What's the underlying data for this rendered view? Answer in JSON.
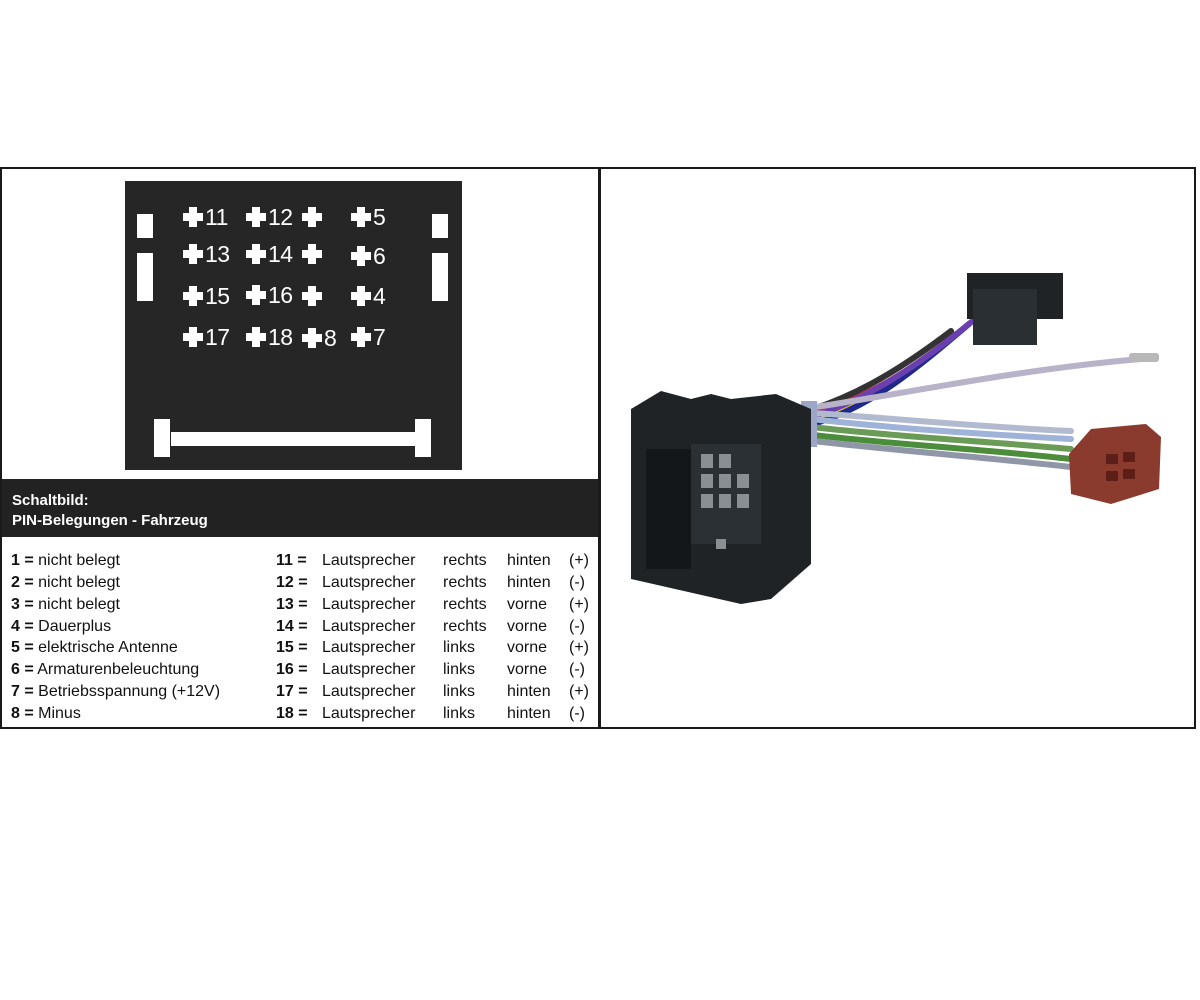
{
  "pin_diagram": {
    "pins": [
      {
        "label": "11"
      },
      {
        "label": "12"
      },
      {
        "label": ""
      },
      {
        "label": "5"
      },
      {
        "label": "13"
      },
      {
        "label": "14"
      },
      {
        "label": ""
      },
      {
        "label": "6"
      },
      {
        "label": "15"
      },
      {
        "label": "16"
      },
      {
        "label": ""
      },
      {
        "label": "4"
      },
      {
        "label": "17"
      },
      {
        "label": "18"
      },
      {
        "label": "8"
      },
      {
        "label": "7"
      }
    ]
  },
  "header": {
    "line1": "Schaltbild:",
    "line2": "PIN-Belegungen - Fahrzeug"
  },
  "left_list": [
    {
      "num": "1 =",
      "text": "nicht belegt"
    },
    {
      "num": "2 =",
      "text": "nicht belegt"
    },
    {
      "num": "3 =",
      "text": "nicht belegt"
    },
    {
      "num": "4 =",
      "text": "Dauerplus"
    },
    {
      "num": "5 =",
      "text": "elektrische Antenne"
    },
    {
      "num": "6 =",
      "text": "Armaturenbeleuchtung"
    },
    {
      "num": "7 =",
      "text": "Betriebsspannung (+12V)"
    },
    {
      "num": "8 =",
      "text": "Minus"
    }
  ],
  "right_list": [
    {
      "num": "11 =",
      "a": "Lautsprecher",
      "b": "rechts",
      "c": "hinten",
      "d": "(+)"
    },
    {
      "num": "12 =",
      "a": "Lautsprecher",
      "b": "rechts",
      "c": "hinten",
      "d": "(-)"
    },
    {
      "num": "13 =",
      "a": "Lautsprecher",
      "b": "rechts",
      "c": "vorne",
      "d": "(+)"
    },
    {
      "num": "14 =",
      "a": "Lautsprecher",
      "b": "rechts",
      "c": "vorne",
      "d": "(-)"
    },
    {
      "num": "15 =",
      "a": "Lautsprecher",
      "b": "links",
      "c": "vorne",
      "d": "(+)"
    },
    {
      "num": "16 =",
      "a": "Lautsprecher",
      "b": "links",
      "c": "vorne",
      "d": "(-)"
    },
    {
      "num": "17 =",
      "a": "Lautsprecher",
      "b": "links",
      "c": "hinten",
      "d": "(+)"
    },
    {
      "num": "18 =",
      "a": "Lautsprecher",
      "b": "links",
      "c": "hinten",
      "d": "(-)"
    }
  ],
  "colors": {
    "panel_dark": "#262626",
    "iso_red": "#8b3a2e",
    "connector_black": "#1f2326"
  }
}
